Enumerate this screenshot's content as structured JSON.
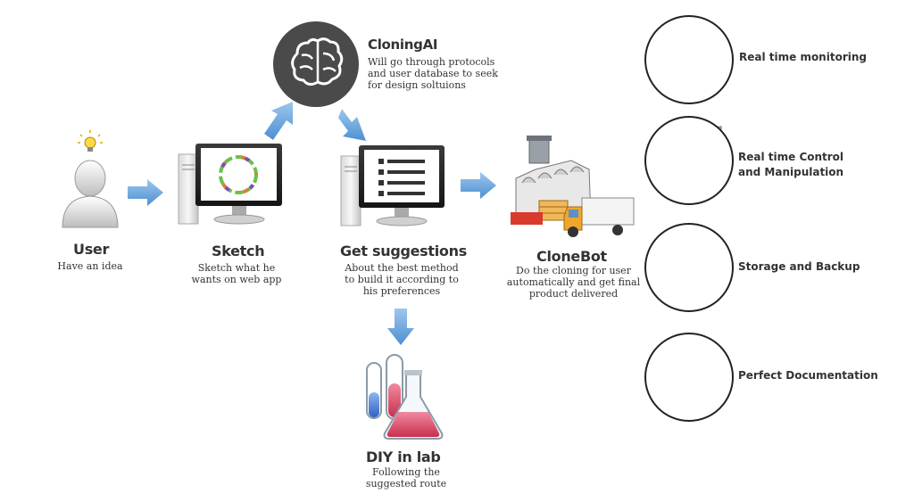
{
  "user": {
    "title": "User",
    "desc": "Have an idea"
  },
  "sketch": {
    "title": "Sketch",
    "desc": [
      "Sketch what he",
      "wants on web app"
    ]
  },
  "cloningai": {
    "title": "CloningAI",
    "desc": [
      "Will go through protocols",
      "and user database to seek",
      "for design soltuions"
    ]
  },
  "suggestions": {
    "title": "Get suggestions",
    "desc": [
      "About the best method",
      "to build it according to",
      "his preferences"
    ]
  },
  "clonebot": {
    "title": "CloneBot",
    "desc": [
      "Do the cloning for user",
      "automatically and get final",
      "product delivered"
    ]
  },
  "diy": {
    "title": "DIY in lab",
    "desc": [
      "Following the",
      "suggested route"
    ]
  },
  "features": [
    {
      "label": [
        "Real time monitoring"
      ],
      "icon": "security-camera-icon"
    },
    {
      "label": [
        "Real time Control",
        "and Manipulation"
      ],
      "icon": "touch-control-panel-icon"
    },
    {
      "label": [
        "Storage and Backup"
      ],
      "icon": "safe-icon"
    },
    {
      "label": [
        "Perfect Documentation"
      ],
      "icon": "folder-icon"
    }
  ],
  "colors": {
    "arrow": "#5b9bd5",
    "text": "#333333",
    "brain_bg": "#4a4a4a",
    "screen_blue": "#2c7fd0"
  }
}
